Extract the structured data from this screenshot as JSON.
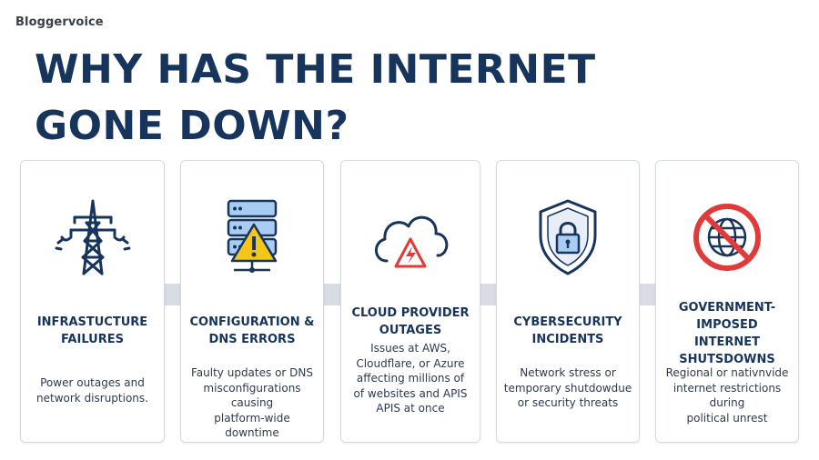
{
  "brand": "Bloggervoice",
  "title": [
    "WHY HAS THE INTERNET",
    "GONE DOWN?"
  ],
  "cards": [
    {
      "icon": "power-tower-icon",
      "heading": [
        "INFRASTUCTURE",
        "FAILURES"
      ],
      "desc": [
        "Power outages and",
        "network disruptions."
      ]
    },
    {
      "icon": "server-warning-icon",
      "heading": [
        "CONFIGURATION &",
        "DNS ERRORS"
      ],
      "desc": [
        "Faulty updates or DNS",
        "misconfigurations causing",
        "platform-wide downtime"
      ]
    },
    {
      "icon": "cloud-lightning-icon",
      "heading": [
        "CLOUD PROVIDER",
        "OUTAGES"
      ],
      "desc": [
        "Issues at AWS,",
        "Cloudflare, or Azure",
        "affecting millions of",
        "of websites and APIS",
        "APIS at once"
      ]
    },
    {
      "icon": "shield-lock-icon",
      "heading": [
        "CYBERSECURITY",
        "INCIDENTS"
      ],
      "desc": [
        "Network stress or",
        "temporary shutdowdue",
        "or security threats"
      ]
    },
    {
      "icon": "globe-blocked-icon",
      "heading": [
        "GOVERNMENT-IMPOSED",
        "INTERNET",
        "SHUTSDOWNS"
      ],
      "desc": [
        "Regional or nativnvide",
        "internet restrictions during",
        "political unrest"
      ]
    }
  ],
  "colors": {
    "navy": "#17345d",
    "warning_yellow": "#f5c518",
    "alert_red": "#e03a3a",
    "server_blue": "#6ea8e8"
  }
}
